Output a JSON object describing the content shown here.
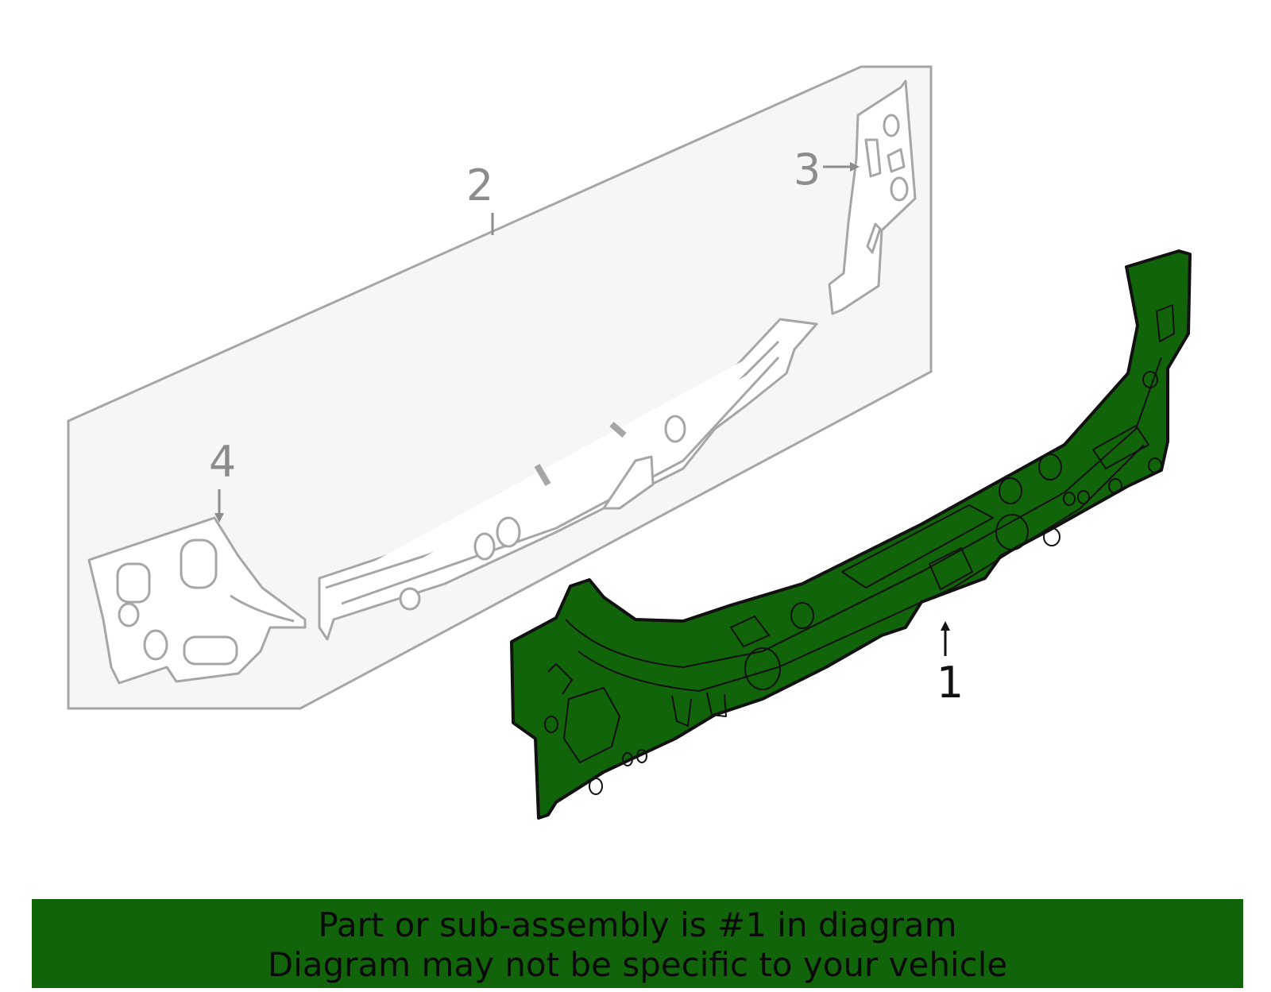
{
  "callouts": {
    "part1": "1",
    "part2": "2",
    "part3": "3",
    "part4": "4"
  },
  "banner": {
    "line1": "Part or sub-assembly is #1 in diagram",
    "line2": "Diagram may not be specific to your vehicle"
  },
  "colors": {
    "highlight_part": "#12640a",
    "banner_background": "#12640a",
    "context_outline": "#a6a6a6",
    "box_fill": "#f6f6f6"
  },
  "icons": {
    "part1": "rear-body-panel-icon",
    "part2": "inner-panel-assembly-icon",
    "part3": "corner-bracket-icon",
    "part4": "side-reinforcement-icon"
  }
}
